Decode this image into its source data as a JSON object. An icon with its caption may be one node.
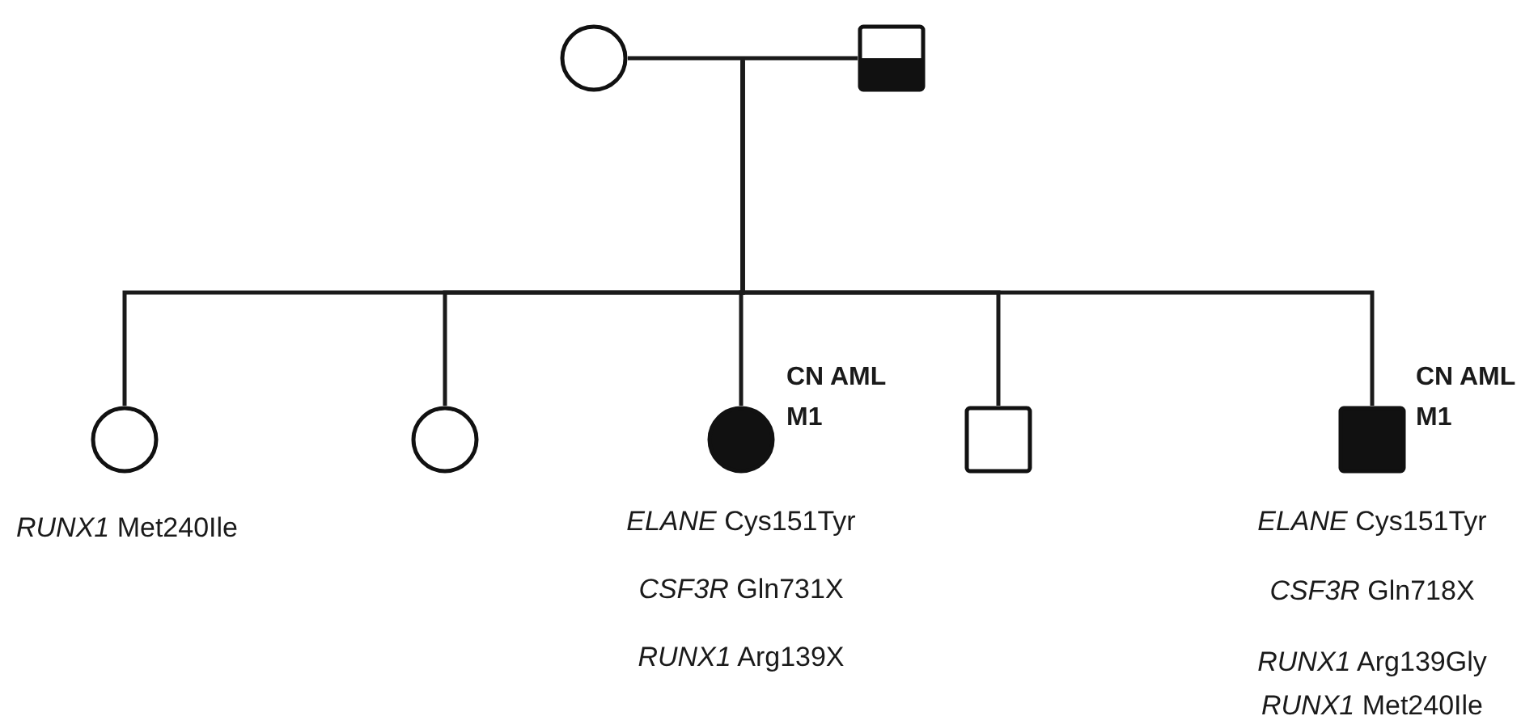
{
  "diagram": {
    "nodes": [
      {
        "text": [],
        "shape": "circle"
      },
      {
        "text": [],
        "shape": "box"
      },
      {
        "text": [],
        "shape": "circle",
        "beside": [
          "*RUNX1* Met240Ile"
        ]
      },
      {
        "text": [],
        "shape": "circle"
      },
      {
        "text": [],
        "shape": "circle",
        "beside": [
          "CN AML M1",
          "*ELANE* Cys151Tyr",
          "*CSF3R* Gln731X",
          "*RUNX1* Arg139X"
        ]
      },
      {
        "text": [],
        "shape": "box"
      },
      {
        "text": [],
        "shape": "box",
        "beside": [
          "CN AML M1",
          "*ELANE* Cys151Tyr",
          "*CSF3R* Gln718X",
          "*RUNX1* Arg139Gly",
          "*RUNX1* Met240Ile"
        ]
      }
    ],
    "edges": [
      {
        "from": 0,
        "to": 1,
        "arrow": "none"
      },
      {
        "from": null,
        "to": 2,
        "arrow": "none"
      },
      {
        "from": null,
        "to": 3,
        "arrow": "none"
      },
      {
        "from": null,
        "to": 4,
        "arrow": "none"
      },
      {
        "from": null,
        "to": 5,
        "arrow": "none"
      },
      {
        "from": null,
        "to": 6,
        "arrow": "none"
      }
    ]
  }
}
